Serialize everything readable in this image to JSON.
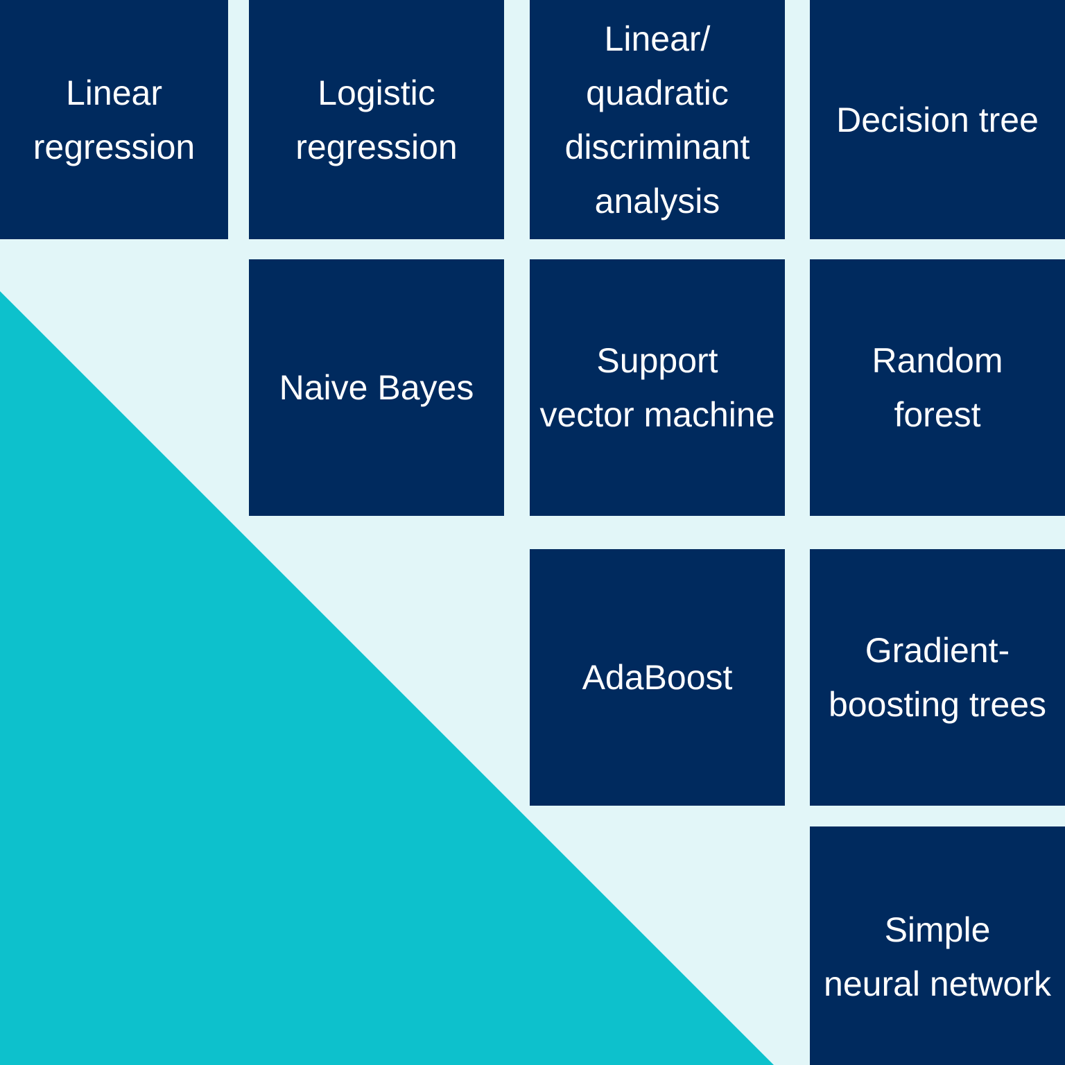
{
  "colors": {
    "background": "#e2f6f8",
    "tile": "#002a5e",
    "tile_text": "#ffffff",
    "triangle": "#0dc1cc"
  },
  "tiles": [
    {
      "label": "Linear\nregression"
    },
    {
      "label": "Logistic\nregression"
    },
    {
      "label": "Linear/\nquadratic\ndiscriminant\nanalysis"
    },
    {
      "label": "Decision tree"
    },
    {
      "label": "Naive Bayes"
    },
    {
      "label": "Support\nvector machine"
    },
    {
      "label": "Random\nforest"
    },
    {
      "label": "AdaBoost"
    },
    {
      "label": "Gradient-\nboosting trees"
    },
    {
      "label": "Simple\nneural network"
    }
  ]
}
